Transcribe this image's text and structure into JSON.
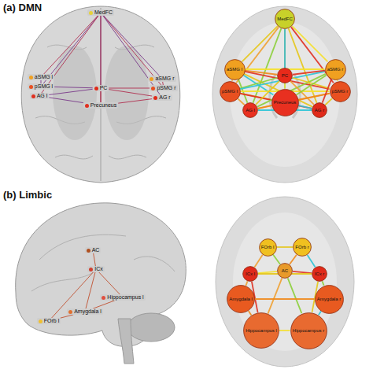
{
  "diagram": {
    "nodes": [
      {
        "text": [
          "MedFC"
        ]
      },
      {
        "text": [
          "aSMG l"
        ]
      },
      {
        "text": [
          "pSMG l"
        ]
      },
      {
        "text": [
          "AG l"
        ]
      },
      {
        "text": [
          "PC"
        ]
      },
      {
        "text": [
          "Precuneus"
        ]
      },
      {
        "text": [
          "aSMG r"
        ]
      },
      {
        "text": [
          "pSMG r"
        ]
      },
      {
        "text": [
          "AG r"
        ]
      },
      {
        "text": [
          "MedFC"
        ]
      },
      {
        "text": [
          "aSMG l"
        ]
      },
      {
        "text": [
          "pSMG l"
        ]
      },
      {
        "text": [
          "AG l"
        ]
      },
      {
        "text": [
          "PC"
        ]
      },
      {
        "text": [
          "Precuneus"
        ]
      },
      {
        "text": [
          "aSMG r"
        ]
      },
      {
        "text": [
          "pSMG r"
        ]
      },
      {
        "text": [
          "AG r"
        ]
      },
      {
        "text": [
          "AC"
        ]
      },
      {
        "text": [
          "ICx"
        ]
      },
      {
        "text": [
          "FOrb l"
        ]
      },
      {
        "text": [
          "Amygdala l"
        ]
      },
      {
        "text": [
          "Hippocampus l"
        ]
      },
      {
        "text": [
          "FOrb l"
        ]
      },
      {
        "text": [
          "FOrb r"
        ]
      },
      {
        "text": [
          "ICx l"
        ]
      },
      {
        "text": [
          "AC"
        ]
      },
      {
        "text": [
          "ICx r"
        ]
      },
      {
        "text": [
          "Amygdala l"
        ]
      },
      {
        "text": [
          "Amygdala r"
        ]
      },
      {
        "text": [
          "Hippocampus l"
        ]
      },
      {
        "text": [
          "Hippocampus r"
        ]
      }
    ],
    "edges": [
      {
        "from": 0,
        "to": 1,
        "arrow": "none"
      },
      {
        "from": 0,
        "to": 2,
        "arrow": "none"
      },
      {
        "from": 0,
        "to": 3,
        "arrow": "none"
      },
      {
        "from": 0,
        "to": 4,
        "arrow": "none"
      },
      {
        "from": 0,
        "to": 5,
        "arrow": "none"
      },
      {
        "from": 0,
        "to": 6,
        "arrow": "none"
      },
      {
        "from": 0,
        "to": 7,
        "arrow": "none"
      },
      {
        "from": 0,
        "to": 8,
        "arrow": "none"
      },
      {
        "from": 4,
        "to": 5,
        "arrow": "none"
      },
      {
        "from": 3,
        "to": 4,
        "arrow": "none"
      },
      {
        "from": 8,
        "to": 4,
        "arrow": "none"
      },
      {
        "from": 3,
        "to": 5,
        "arrow": "none"
      },
      {
        "from": 8,
        "to": 5,
        "arrow": "none"
      },
      {
        "from": 1,
        "to": 2,
        "arrow": "none"
      },
      {
        "from": 6,
        "to": 7,
        "arrow": "none"
      },
      {
        "from": 2,
        "to": 4,
        "arrow": "none"
      },
      {
        "from": 7,
        "to": 4,
        "arrow": "none"
      },
      {
        "from": 9,
        "to": 10,
        "arrow": "none"
      },
      {
        "from": 9,
        "to": 11,
        "arrow": "none"
      },
      {
        "from": 9,
        "to": 12,
        "arrow": "none"
      },
      {
        "from": 9,
        "to": 13,
        "arrow": "none"
      },
      {
        "from": 9,
        "to": 14,
        "arrow": "none"
      },
      {
        "from": 9,
        "to": 15,
        "arrow": "none"
      },
      {
        "from": 9,
        "to": 16,
        "arrow": "none"
      },
      {
        "from": 9,
        "to": 17,
        "arrow": "none"
      },
      {
        "from": 10,
        "to": 11,
        "arrow": "none"
      },
      {
        "from": 10,
        "to": 12,
        "arrow": "none"
      },
      {
        "from": 10,
        "to": 13,
        "arrow": "none"
      },
      {
        "from": 10,
        "to": 14,
        "arrow": "none"
      },
      {
        "from": 10,
        "to": 15,
        "arrow": "none"
      },
      {
        "from": 10,
        "to": 16,
        "arrow": "none"
      },
      {
        "from": 10,
        "to": 17,
        "arrow": "none"
      },
      {
        "from": 11,
        "to": 12,
        "arrow": "none"
      },
      {
        "from": 11,
        "to": 13,
        "arrow": "none"
      },
      {
        "from": 11,
        "to": 14,
        "arrow": "none"
      },
      {
        "from": 11,
        "to": 15,
        "arrow": "none"
      },
      {
        "from": 11,
        "to": 16,
        "arrow": "none"
      },
      {
        "from": 11,
        "to": 17,
        "arrow": "none"
      },
      {
        "from": 12,
        "to": 13,
        "arrow": "none"
      },
      {
        "from": 12,
        "to": 14,
        "arrow": "none"
      },
      {
        "from": 12,
        "to": 15,
        "arrow": "none"
      },
      {
        "from": 12,
        "to": 16,
        "arrow": "none"
      },
      {
        "from": 12,
        "to": 17,
        "arrow": "none"
      },
      {
        "from": 13,
        "to": 14,
        "arrow": "none"
      },
      {
        "from": 13,
        "to": 15,
        "arrow": "none"
      },
      {
        "from": 13,
        "to": 16,
        "arrow": "none"
      },
      {
        "from": 13,
        "to": 17,
        "arrow": "none"
      },
      {
        "from": 14,
        "to": 15,
        "arrow": "none"
      },
      {
        "from": 14,
        "to": 16,
        "arrow": "none"
      },
      {
        "from": 14,
        "to": 17,
        "arrow": "none"
      },
      {
        "from": 15,
        "to": 16,
        "arrow": "none"
      },
      {
        "from": 15,
        "to": 17,
        "arrow": "none"
      },
      {
        "from": 16,
        "to": 17,
        "arrow": "none"
      },
      {
        "from": 18,
        "to": 19,
        "arrow": "none"
      },
      {
        "from": 19,
        "to": 20,
        "arrow": "none"
      },
      {
        "from": 19,
        "to": 21,
        "arrow": "none"
      },
      {
        "from": 19,
        "to": 22,
        "arrow": "none"
      },
      {
        "from": 21,
        "to": 22,
        "arrow": "none"
      },
      {
        "from": 20,
        "to": 21,
        "arrow": "none"
      },
      {
        "from": 23,
        "to": 24,
        "arrow": "none"
      },
      {
        "from": 23,
        "to": 25,
        "arrow": "none"
      },
      {
        "from": 23,
        "to": 26,
        "arrow": "none"
      },
      {
        "from": 24,
        "to": 26,
        "arrow": "none"
      },
      {
        "from": 24,
        "to": 27,
        "arrow": "none"
      },
      {
        "from": 25,
        "to": 26,
        "arrow": "none"
      },
      {
        "from": 26,
        "to": 27,
        "arrow": "none"
      },
      {
        "from": 25,
        "to": 27,
        "arrow": "none"
      },
      {
        "from": 25,
        "to": 28,
        "arrow": "none"
      },
      {
        "from": 27,
        "to": 29,
        "arrow": "none"
      },
      {
        "from": 28,
        "to": 30,
        "arrow": "none"
      },
      {
        "from": 29,
        "to": 31,
        "arrow": "none"
      },
      {
        "from": 30,
        "to": 31,
        "arrow": "none"
      },
      {
        "from": 25,
        "to": 30,
        "arrow": "none"
      },
      {
        "from": 27,
        "to": 31,
        "arrow": "none"
      },
      {
        "from": 26,
        "to": 30,
        "arrow": "none"
      },
      {
        "from": 26,
        "to": 31,
        "arrow": "none"
      },
      {
        "from": 28,
        "to": 29,
        "arrow": "none"
      }
    ],
    "labels": [
      "(a) DMN",
      "(b) Limbic"
    ]
  }
}
